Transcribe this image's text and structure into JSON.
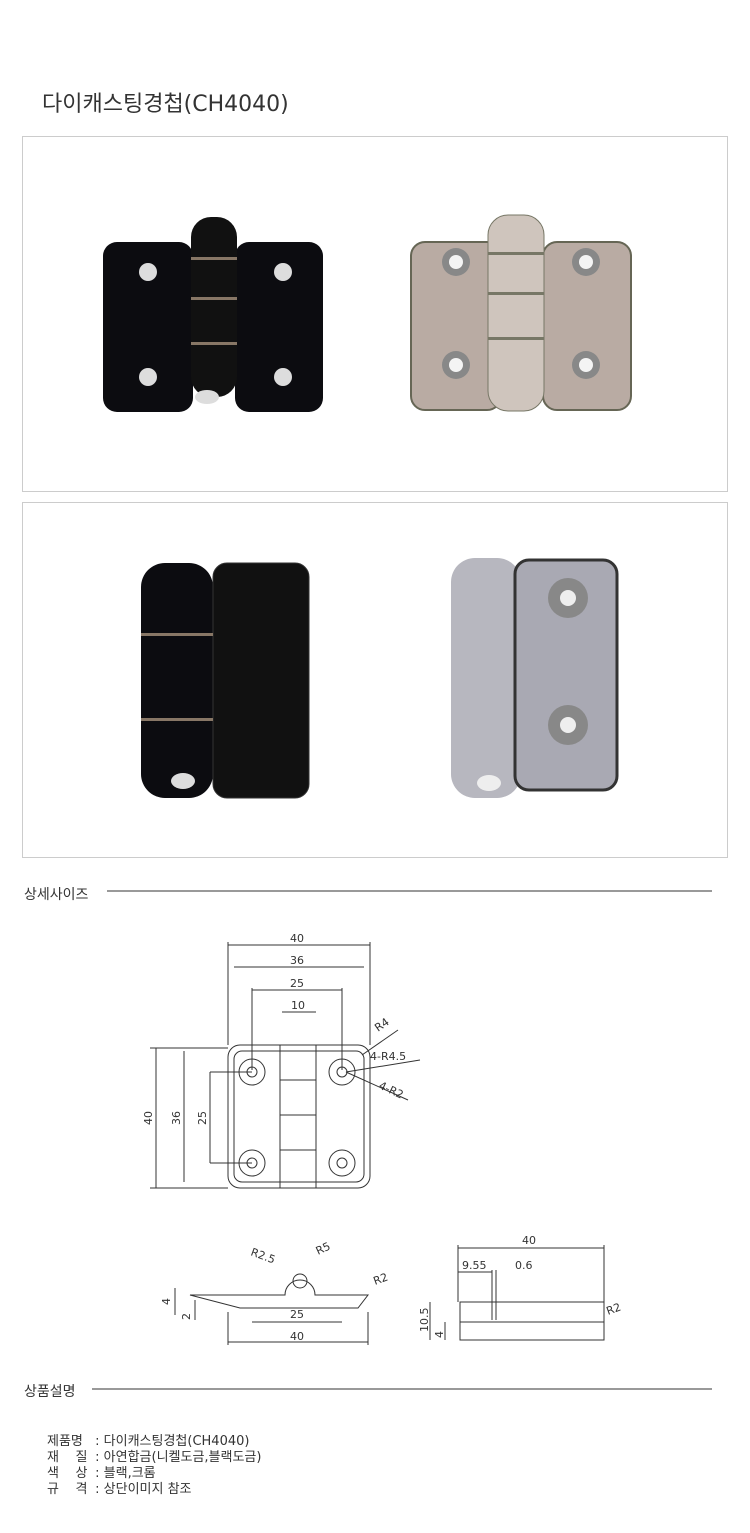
{
  "title": "다이캐스팅경첩(CH4040)",
  "sections": {
    "size": "상세사이즈",
    "description": "상품설명"
  },
  "front_dims": {
    "w40": "40",
    "w36": "36",
    "w25": "25",
    "w10": "10",
    "h40": "40",
    "h36": "36",
    "h25": "25",
    "r4": "R4",
    "r45": "4-R4.5",
    "r2": "4-R2"
  },
  "side_dims": {
    "r25": "R2.5",
    "r5": "R5",
    "r2": "R2",
    "t4": "4",
    "t2": "2",
    "w25": "25",
    "w40": "40"
  },
  "end_dims": {
    "w40": "40",
    "d955": "9.55",
    "d06": "0.6",
    "h105": "10.5",
    "h4": "4",
    "r2": "R2"
  },
  "specs": [
    {
      "label": "제품명",
      "value": "다이캐스팅경첩(CH4040)"
    },
    {
      "label": "재    질",
      "value": "아연합금(니켈도금,블랙도금)"
    },
    {
      "label": "색    상",
      "value": "블랙,크롬"
    },
    {
      "label": "규    격",
      "value": "상단이미지 참조"
    }
  ]
}
